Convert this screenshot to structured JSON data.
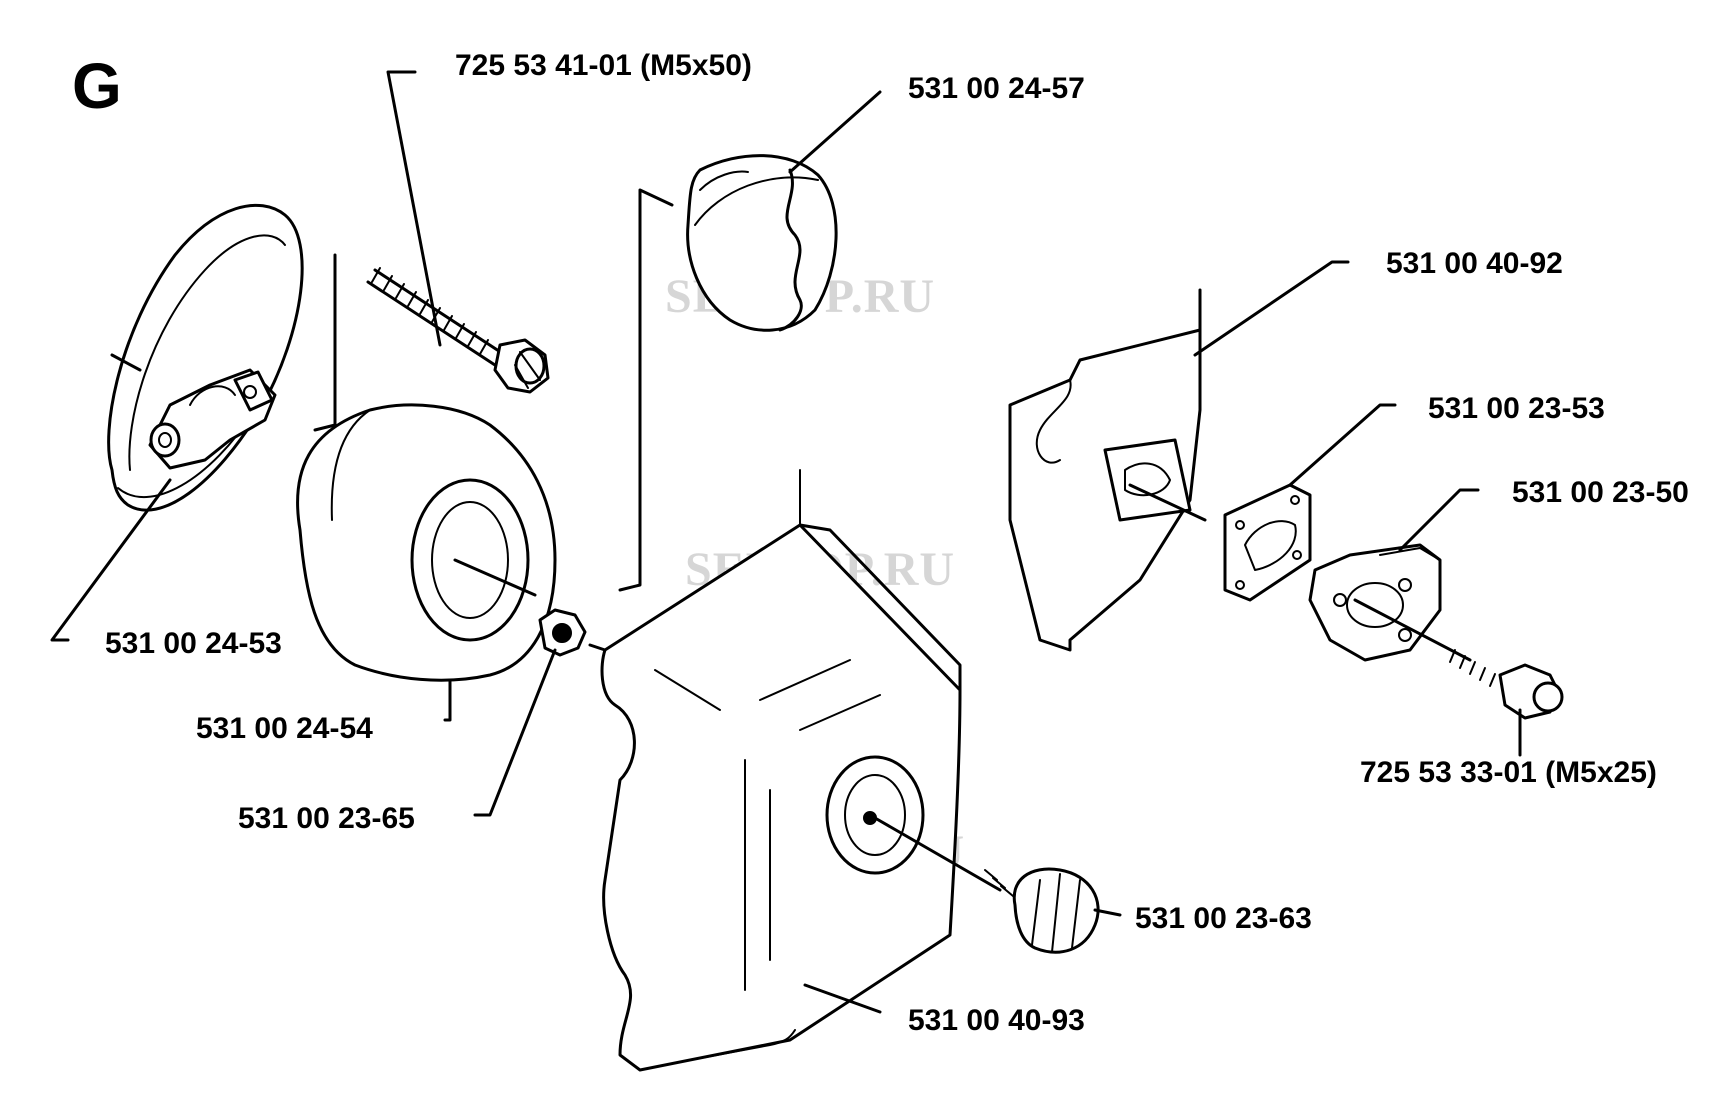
{
  "section_letter": "G",
  "watermark": "SELTOP.RU",
  "parts": {
    "screw_m5x50": "725 53 41-01 (M5x50)",
    "filter_cap": "531 00 24-57",
    "filter_holder": "531 00 24-53",
    "air_filter": "531 00 24-54",
    "nut": "531 00 23-65",
    "bracket_plate": "531 00 40-92",
    "gasket": "531 00 23-53",
    "intake_adapter": "531 00 23-50",
    "screw_m5x25": "725 53 33-01 (M5x25)",
    "cover_knob": "531 00 23-63",
    "air_filter_cover": "531 00 40-93"
  }
}
